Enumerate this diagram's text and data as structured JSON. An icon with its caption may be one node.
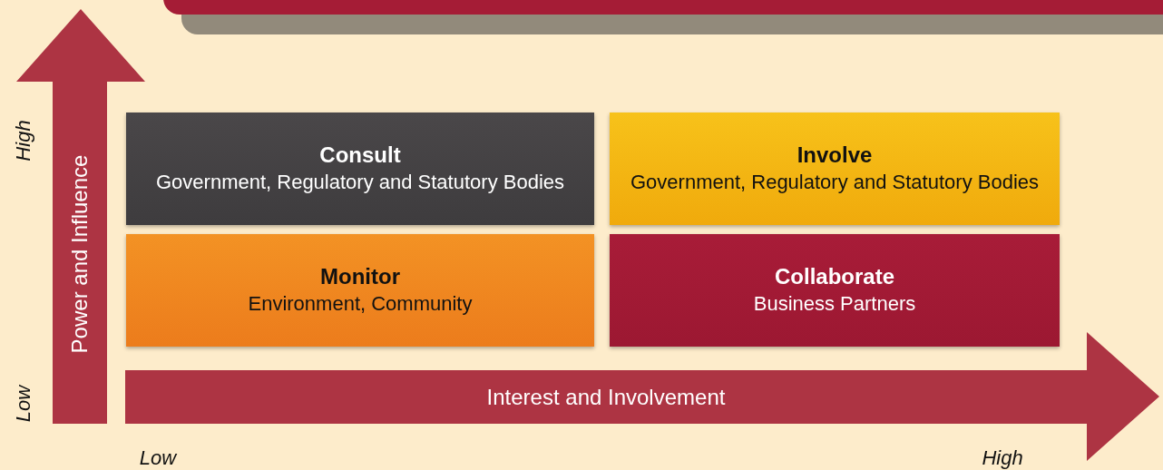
{
  "diagram": {
    "nodes": [
      {
        "text": [
          "Power and Influence"
        ]
      },
      {
        "text": [
          "Consult",
          "Government, Regulatory and Statutory Bodies"
        ]
      },
      {
        "text": [
          "Involve",
          "Government, Regulatory and Statutory Bodies"
        ]
      },
      {
        "text": [
          "Monitor",
          "Environment, Community"
        ]
      },
      {
        "text": [
          "Collaborate",
          "Business Partners"
        ]
      },
      {
        "text": [
          "Interest and Involvement"
        ]
      }
    ],
    "edges": [],
    "labels": [
      "High",
      "Low",
      "Low",
      "High"
    ]
  }
}
